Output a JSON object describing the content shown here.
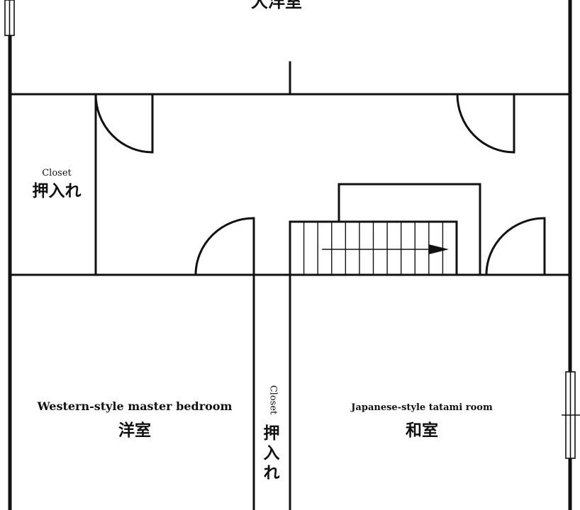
{
  "rooms": {
    "top_room": {
      "jp": "大洋室"
    },
    "closet_left": {
      "en": "Closet",
      "jp": "押入れ"
    },
    "master_bedroom": {
      "en": "Western-style master bedroom",
      "jp": "洋室"
    },
    "closet_center": {
      "en": "Closet",
      "jp_chars": [
        "押",
        "入",
        "れ"
      ]
    },
    "tatami_room": {
      "en": "Japanese-style tatami room",
      "jp": "和室"
    }
  },
  "colors": {
    "wall": "#111111",
    "background": "#ffffff"
  }
}
